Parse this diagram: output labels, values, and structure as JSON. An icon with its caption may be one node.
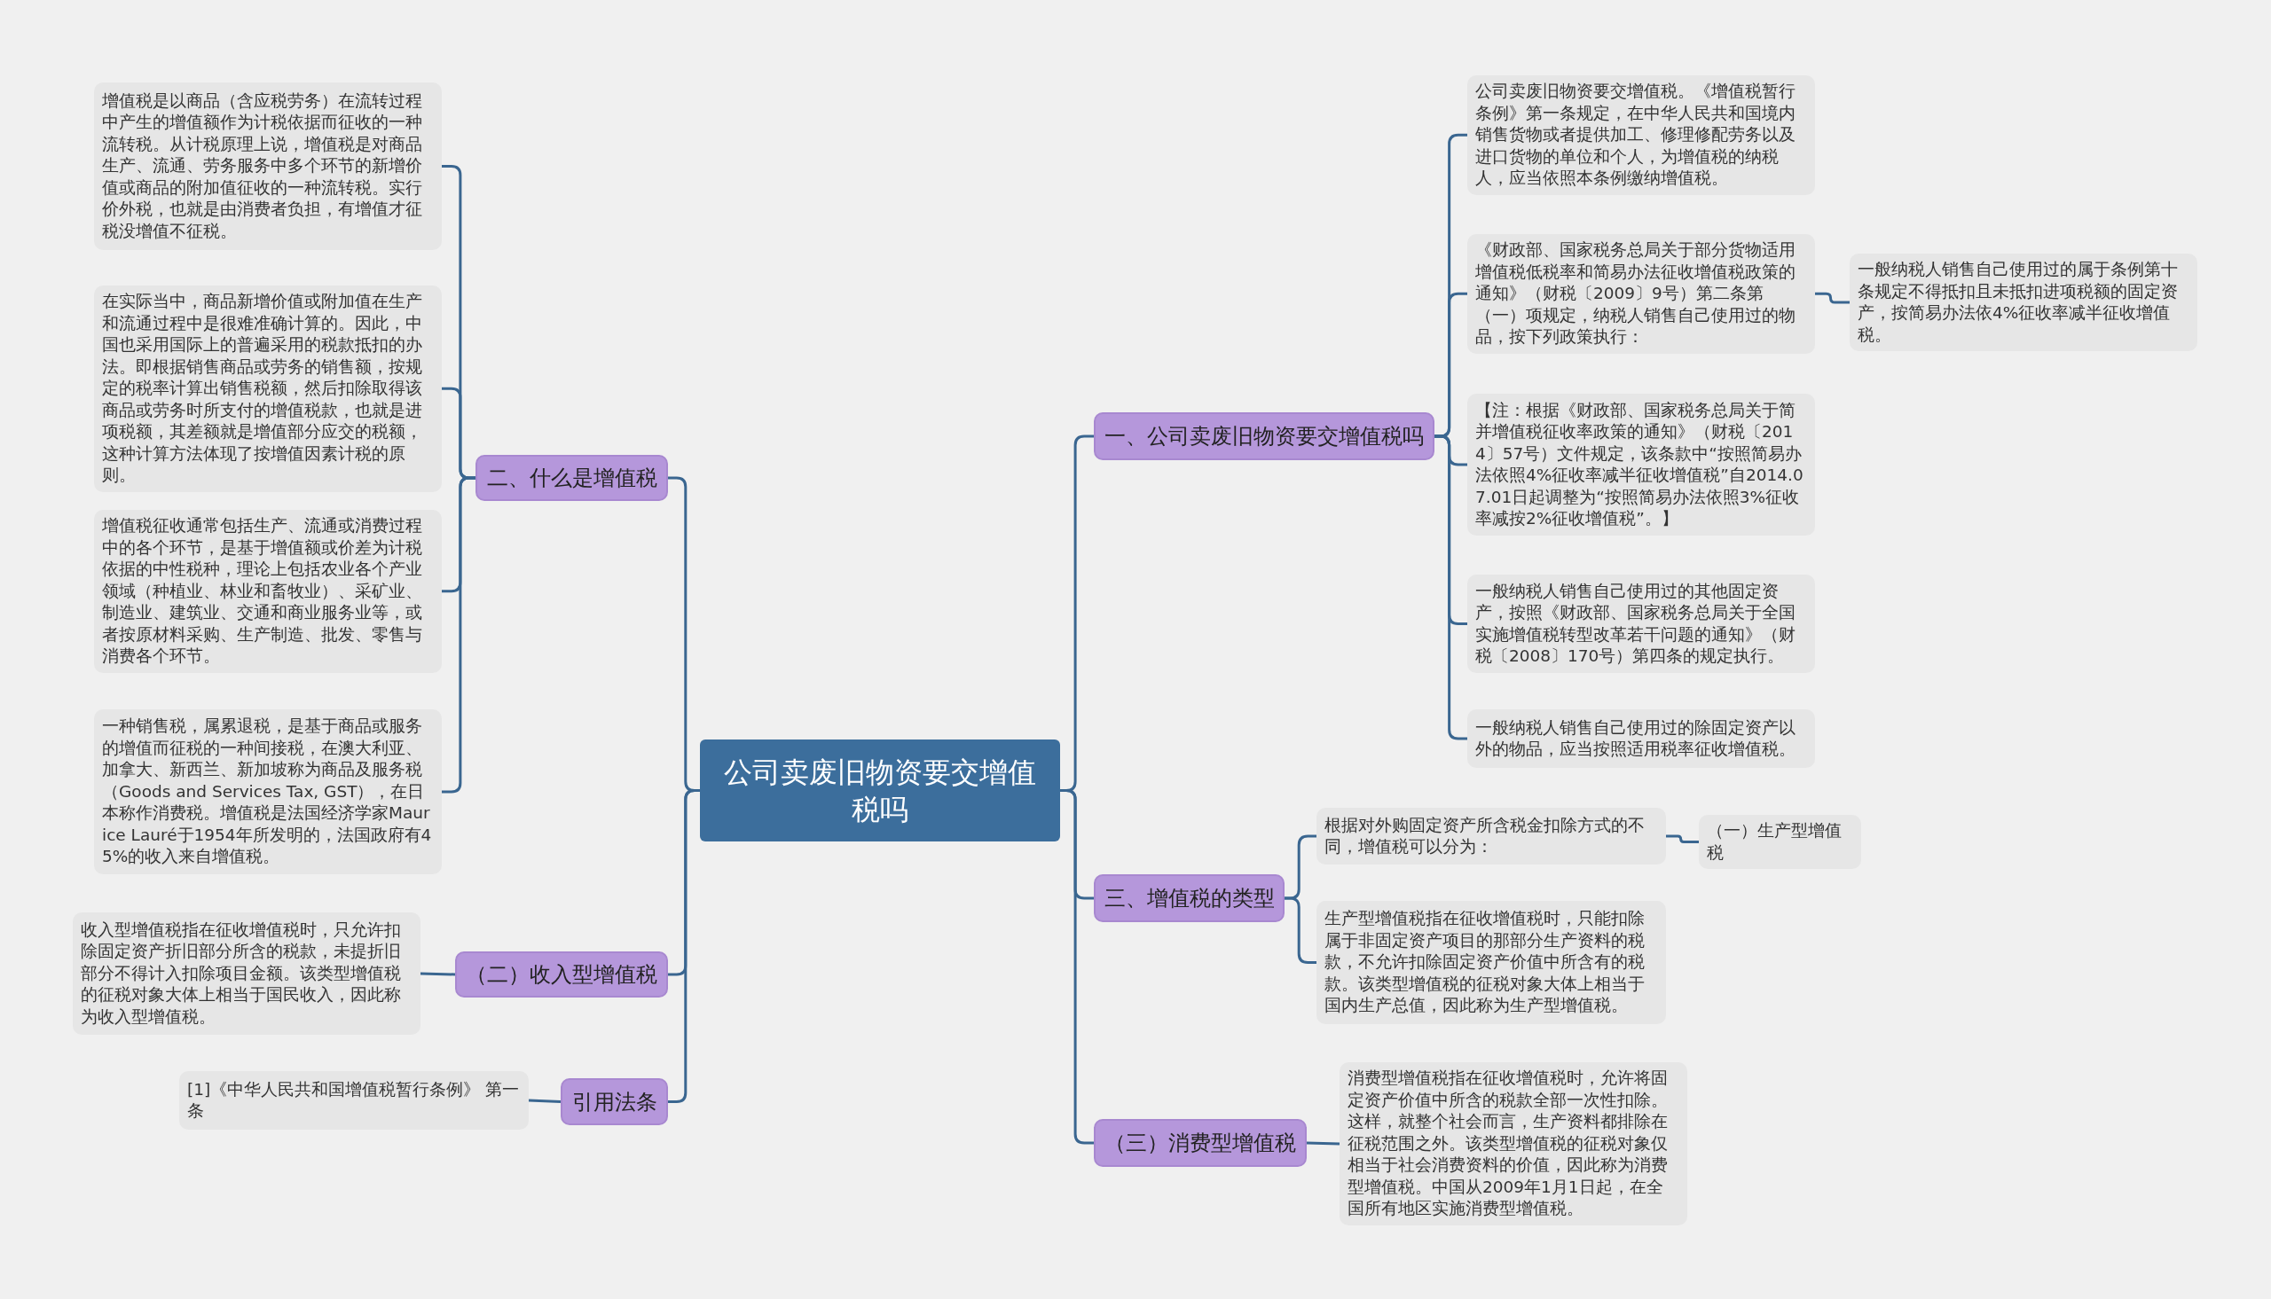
{
  "diagram": {
    "nodes": [
      {
        "text": [
          "公司卖废旧物资要交增值税吗"
        ]
      },
      {
        "text": [
          "一、公司卖废旧物资要交增值税吗"
        ]
      },
      {
        "text": [
          "公司卖废旧物资要交增值税。《增值税暂行条例》第一条规定，在中华人民共和国境内销售货物或者提供加工、修理修配劳务以及进口货物的单位和个人，为增值税的纳税人，应当依照本条例缴纳增值税。"
        ]
      },
      {
        "text": [
          "《财政部、国家税务总局关于部分货物适用增值税低税率和简易办法征收增值税政策的通知》（财税〔2009〕9号）第二条第（一）项规定，纳税人销售自己使用过的物品，按下列政策执行："
        ]
      },
      {
        "text": [
          "一般纳税人销售自己使用过的属于条例第十条规定不得抵扣且未抵扣进项税额的固定资产，按简易办法依4%征收率减半征收增值税。"
        ]
      },
      {
        "text": [
          "【注：根据《财政部、国家税务总局关于简并增值税征收率政策的通知》（财税〔2014〕57号）文件规定，该条款中“按照简易办法依照4%征收率减半征收增值税”自2014.07.01日起调整为“按照简易办法依照3%征收率减按2%征收增值税”。】"
        ]
      },
      {
        "text": [
          "一般纳税人销售自己使用过的其他固定资产，按照《财政部、国家税务总局关于全国实施增值税转型改革若干问题的通知》（财税〔2008〕170号）第四条的规定执行。"
        ]
      },
      {
        "text": [
          "一般纳税人销售自己使用过的除固定资产以外的物品，应当按照适用税率征收增值税。"
        ]
      },
      {
        "text": [
          "三、增值税的类型"
        ]
      },
      {
        "text": [
          "根据对外购固定资产所含税金扣除方式的不同，增值税可以分为："
        ]
      },
      {
        "text": [
          "（一）生产型增值税"
        ]
      },
      {
        "text": [
          "生产型增值税指在征收增值税时，只能扣除属于非固定资产项目的那部分生产资料的税款，不允许扣除固定资产价值中所含有的税款。该类型增值税的征税对象大体上相当于国内生产总值，因此称为生产型增值税。"
        ]
      },
      {
        "text": [
          "（三）消费型增值税"
        ]
      },
      {
        "text": [
          "消费型增值税指在征收增值税时，允许将固定资产价值中所含的税款全部一次性扣除。这样，就整个社会而言，生产资料都排除在征税范围之外。该类型增值税的征税对象仅相当于社会消费资料的价值，因此称为消费型增值税。中国从2009年1月1日起，在全国所有地区实施消费型增值税。"
        ]
      },
      {
        "text": [
          "二、什么是增值税"
        ]
      },
      {
        "text": [
          "增值税是以商品（含应税劳务）在流转过程中产生的增值额作为计税依据而征收的一种流转税。从计税原理上说，增值税是对商品生产、流通、劳务服务中多个环节的新增价值或商品的附加值征收的一种流转税。实行价外税，也就是由消费者负担，有增值才征税没增值不征税。"
        ]
      },
      {
        "text": [
          "在实际当中，商品新增价值或附加值在生产和流通过程中是很难准确计算的。因此，中国也采用国际上的普遍采用的税款抵扣的办法。即根据销售商品或劳务的销售额，按规定的税率计算出销售税额，然后扣除取得该商品或劳务时所支付的增值税款，也就是进项税额，其差额就是增值部分应交的税额，这种计算方法体现了按增值因素计税的原则。"
        ]
      },
      {
        "text": [
          "增值税征收通常包括生产、流通或消费过程中的各个环节，是基于增值额或价差为计税依据的中性税种，理论上包括农业各个产业领域（种植业、林业和畜牧业）、采矿业、制造业、建筑业、交通和商业服务业等，或者按原材料采购、生产制造、批发、零售与消费各个环节。"
        ]
      },
      {
        "text": [
          "一种销售税，属累退税，是基于商品或服务的增值而征税的一种间接税，在澳大利亚、加拿大、新西兰、新加坡称为商品及服务税（Goods and Services Tax, GST），在日本称作消费税。增值税是法国经济学家Maurice Lauré于1954年所发明的，法国政府有45%的收入来自增值税。"
        ]
      },
      {
        "text": [
          "（二）收入型增值税"
        ]
      },
      {
        "text": [
          "收入型增值税指在征收增值税时，只允许扣除固定资产折旧部分所含的税款，未提折旧部分不得计入扣除项目金额。该类型增值税的征税对象大体上相当于国民收入，因此称为收入型增值税。"
        ]
      },
      {
        "text": [
          "引用法条"
        ]
      },
      {
        "text": [
          "[1]《中华人民共和国增值税暂行条例》 第一条"
        ]
      }
    ],
    "edges": [
      {
        "from": 0,
        "to": 1,
        "arrow": "none"
      },
      {
        "from": 1,
        "to": 2,
        "arrow": "none"
      },
      {
        "from": 1,
        "to": 3,
        "arrow": "none"
      },
      {
        "from": 3,
        "to": 4,
        "arrow": "none"
      },
      {
        "from": 1,
        "to": 5,
        "arrow": "none"
      },
      {
        "from": 1,
        "to": 6,
        "arrow": "none"
      },
      {
        "from": 1,
        "to": 7,
        "arrow": "none"
      },
      {
        "from": 0,
        "to": 8,
        "arrow": "none"
      },
      {
        "from": 8,
        "to": 9,
        "arrow": "none"
      },
      {
        "from": 9,
        "to": 10,
        "arrow": "none"
      },
      {
        "from": 8,
        "to": 11,
        "arrow": "none"
      },
      {
        "from": 0,
        "to": 12,
        "arrow": "none"
      },
      {
        "from": 12,
        "to": 13,
        "arrow": "none"
      },
      {
        "from": 0,
        "to": 14,
        "arrow": "none"
      },
      {
        "from": 14,
        "to": 15,
        "arrow": "none"
      },
      {
        "from": 14,
        "to": 16,
        "arrow": "none"
      },
      {
        "from": 14,
        "to": 17,
        "arrow": "none"
      },
      {
        "from": 14,
        "to": 18,
        "arrow": "none"
      },
      {
        "from": 0,
        "to": 19,
        "arrow": "none"
      },
      {
        "from": 19,
        "to": 20,
        "arrow": "none"
      },
      {
        "from": 0,
        "to": 21,
        "arrow": "none"
      },
      {
        "from": 21,
        "to": 22,
        "arrow": "none"
      }
    ]
  }
}
